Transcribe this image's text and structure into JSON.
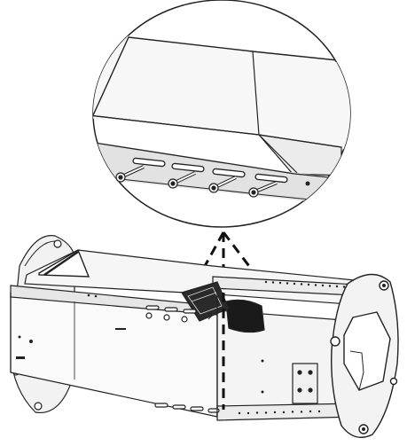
{
  "diagram": {
    "kind": "assembly-illustration",
    "views": [
      "detail-callout",
      "main-assembly"
    ],
    "detail_fasteners": 4,
    "callout_style": "dashed-cone",
    "line_color": "#222222",
    "fill_color": "#f4f4f4",
    "shade_color": "#dcdcdc",
    "accent_dark": "#1a1a1a"
  }
}
